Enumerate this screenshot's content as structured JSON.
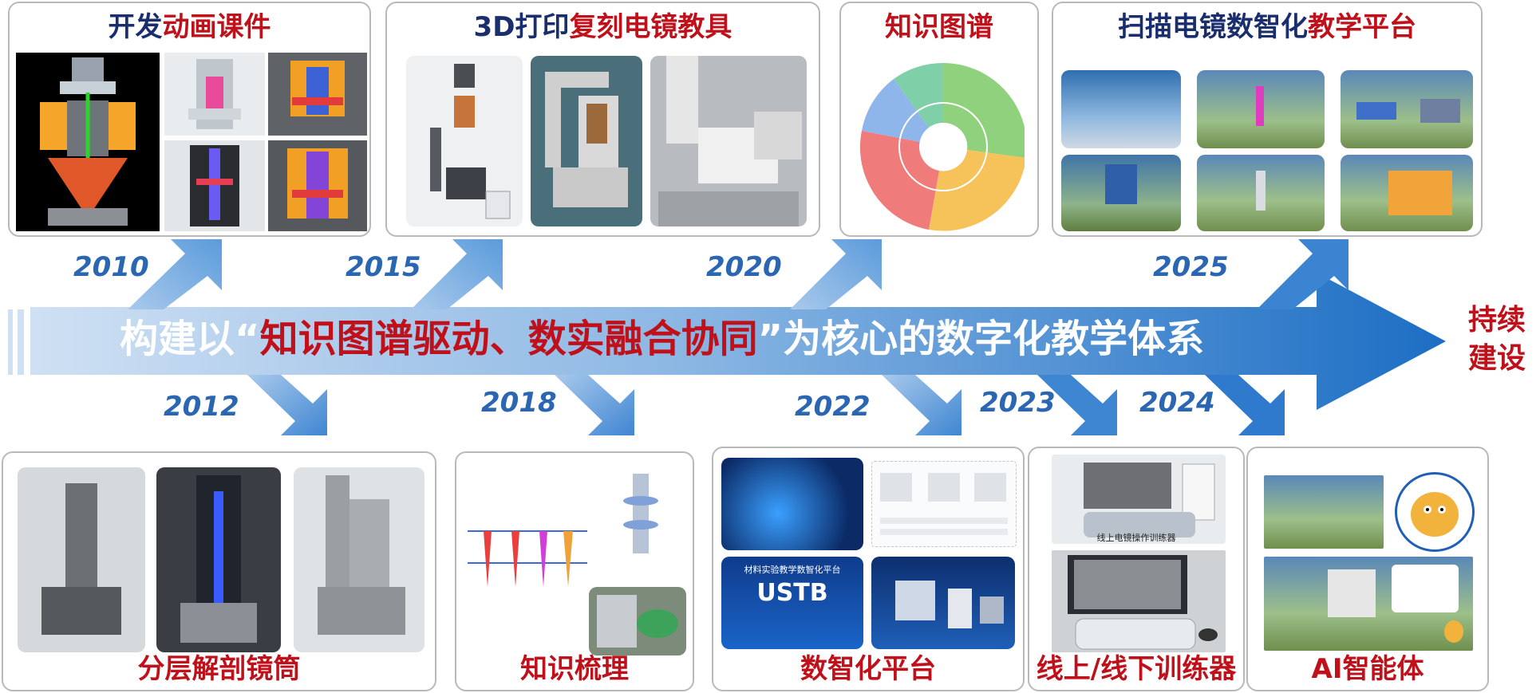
{
  "banner": {
    "prefix": "构建以“",
    "highlight": "知识图谱驱动、数实融合协同",
    "suffix": "”为核心的数字化教学体系",
    "continue_line1": "持续",
    "continue_line2": "建设"
  },
  "years": {
    "y2010": "2010",
    "y2015": "2015",
    "y2020": "2020",
    "y2025": "2025",
    "y2012": "2012",
    "y2018": "2018",
    "y2022": "2022",
    "y2023": "2023",
    "y2024": "2024"
  },
  "cards": {
    "animation": {
      "title_a": "开发",
      "title_b": "动画课件"
    },
    "print3d": {
      "title_a": "3D打印",
      "title_b": "复刻电镜教具"
    },
    "kgraph": {
      "title": "知识图谱"
    },
    "platform": {
      "title_a": "扫描电镜数智化",
      "title_b": "教学平台"
    },
    "layered": {
      "title": "分层解剖镜筒"
    },
    "knowledge": {
      "title": "知识梳理"
    },
    "digital": {
      "title": "数智化平台",
      "usp_title": "材料实验教学数智化平台",
      "usp_logo": "USTB"
    },
    "trainer": {
      "title": "线上/线下训练器",
      "caption": "线上电镜操作训练器"
    },
    "ai": {
      "title": "AI智能体"
    }
  },
  "colors": {
    "accent_red": "#c0111b",
    "title_blue": "#1a2e6e",
    "arrow_blue": "#2b74c6"
  }
}
